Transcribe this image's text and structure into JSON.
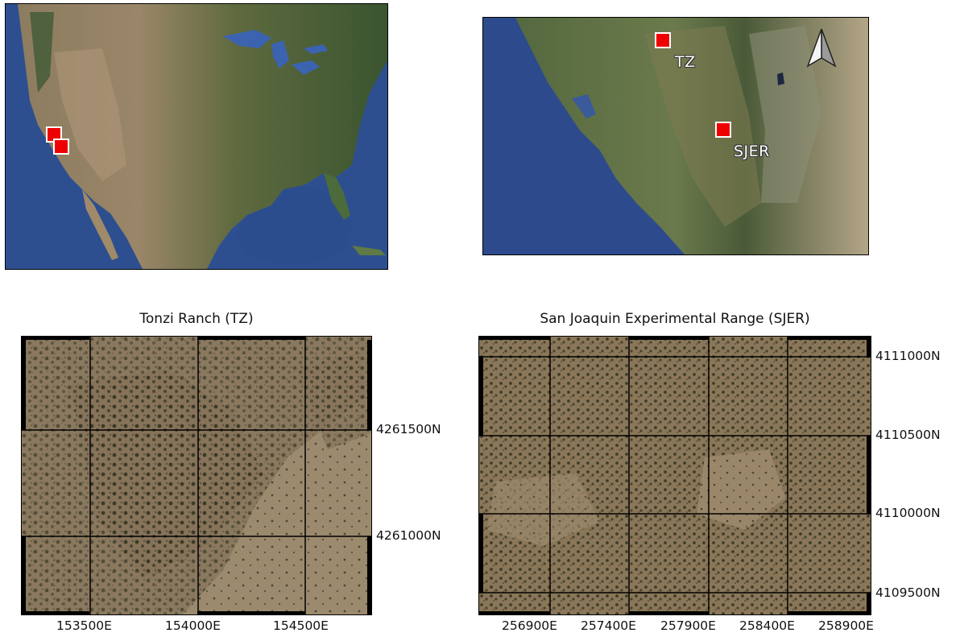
{
  "colors": {
    "ocean": "#2e4f8f",
    "land_green": "#40552f",
    "land_dry": "#9a876a",
    "marker": "#ee0000",
    "aerial_brown": "#86735a",
    "tree_dark": "#3b3a28"
  },
  "us_map": {
    "markers": [
      "site-marker-tz",
      "site-marker-sjer"
    ]
  },
  "ca_map": {
    "north_arrow": "north-arrow-icon",
    "sites": [
      {
        "label": "TZ"
      },
      {
        "label": "SJER"
      }
    ]
  },
  "tz_map": {
    "title": "Tonzi Ranch (TZ)",
    "x_ticks": [
      "153500E",
      "154000E",
      "154500E"
    ],
    "y_ticks": [
      "4261500N",
      "4261000N"
    ]
  },
  "sj_map": {
    "title": "San Joaquin Experimental Range (SJER)",
    "x_ticks": [
      "256900E",
      "257400E",
      "257900E",
      "258400E",
      "258900E"
    ],
    "y_ticks": [
      "4111000N",
      "4110500N",
      "4110000N",
      "4109500N"
    ]
  }
}
